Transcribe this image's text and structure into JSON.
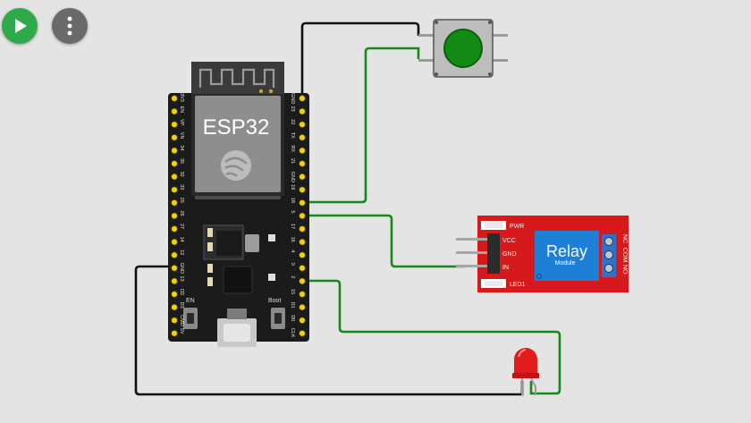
{
  "toolbar": {
    "run_icon": "play-icon",
    "menu_icon": "more-vertical-icon",
    "run_color": "#2eaa4a",
    "menu_color": "#6a6a6a"
  },
  "esp32": {
    "title": "ESP32",
    "en_label": "EN",
    "boot_label": "Boot",
    "left_pins": [
      "3V3",
      "EN",
      "VP",
      "VN",
      "34",
      "35",
      "32",
      "33",
      "25",
      "26",
      "27",
      "14",
      "12",
      "GND",
      "13",
      "D2",
      "D3",
      "CMD",
      "5V"
    ],
    "right_pins": [
      "GND",
      "23",
      "22",
      "TX",
      "RX",
      "21",
      "GND",
      "19",
      "18",
      "5",
      "17",
      "16",
      "4",
      "0",
      "2",
      "15",
      "D1",
      "D0",
      "CLK"
    ]
  },
  "relay": {
    "title": "Relay",
    "subtitle": "Module",
    "pwr_label": "PWR",
    "led_label": "LED1",
    "pins": [
      "VCC",
      "GND",
      "IN"
    ],
    "terminals": [
      "NC",
      "COM",
      "NO"
    ],
    "board_color": "#d7191c",
    "module_color": "#1e7fd6"
  },
  "wires": {
    "black": "#111111",
    "green": "#17881b"
  },
  "button": {
    "cap_color": "#138a13"
  },
  "led": {
    "color": "#e11b1b"
  }
}
